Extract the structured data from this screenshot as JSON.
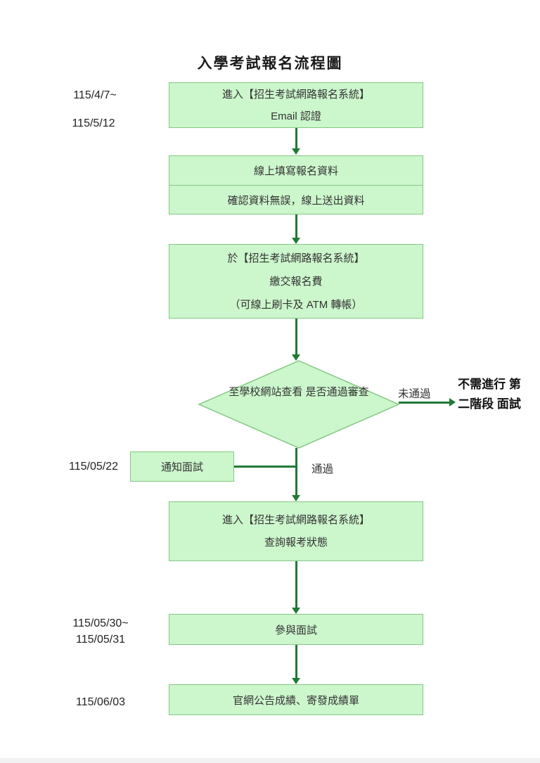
{
  "title": "入學考試報名流程圖",
  "dates": {
    "period1_start": "115/4/7~",
    "period1_end": "115/5/12",
    "notify_date": "115/05/22",
    "interview_start": "115/05/30~",
    "interview_end": "115/05/31",
    "results_date": "115/06/03"
  },
  "nodes": {
    "enter_system": {
      "line1": "進入【招生考試網路報名系統】",
      "line2": "Email 認證"
    },
    "fill_form": {
      "row1": "線上填寫報名資料",
      "row2": "確認資料無誤，線上送出資料"
    },
    "pay_fee": {
      "line1": "於【招生考試網路報名系統】",
      "line2": "繳交報名費",
      "line3": "（可線上刷卡及 ATM 轉帳）"
    },
    "decision": {
      "line1": "至學校網站查看",
      "line2": "是否通過審查"
    },
    "notify_interview": {
      "label": "通知面試"
    },
    "check_status": {
      "line1": "進入【招生考試網路報名系統】",
      "line2": "查詢報考狀態"
    },
    "interview": {
      "label": "參與面試"
    },
    "results": {
      "label": "官網公告成績、寄發成績單"
    }
  },
  "labels": {
    "fail": "未通過",
    "pass": "通過",
    "no_second_stage_line1": "不需進行",
    "no_second_stage_line2": "第二階段",
    "no_second_stage_line3": "面試"
  },
  "colors": {
    "box_fill": "#ccf6cc",
    "box_border": "#84c784",
    "connector": "#1e7b34",
    "text": "#333333"
  }
}
